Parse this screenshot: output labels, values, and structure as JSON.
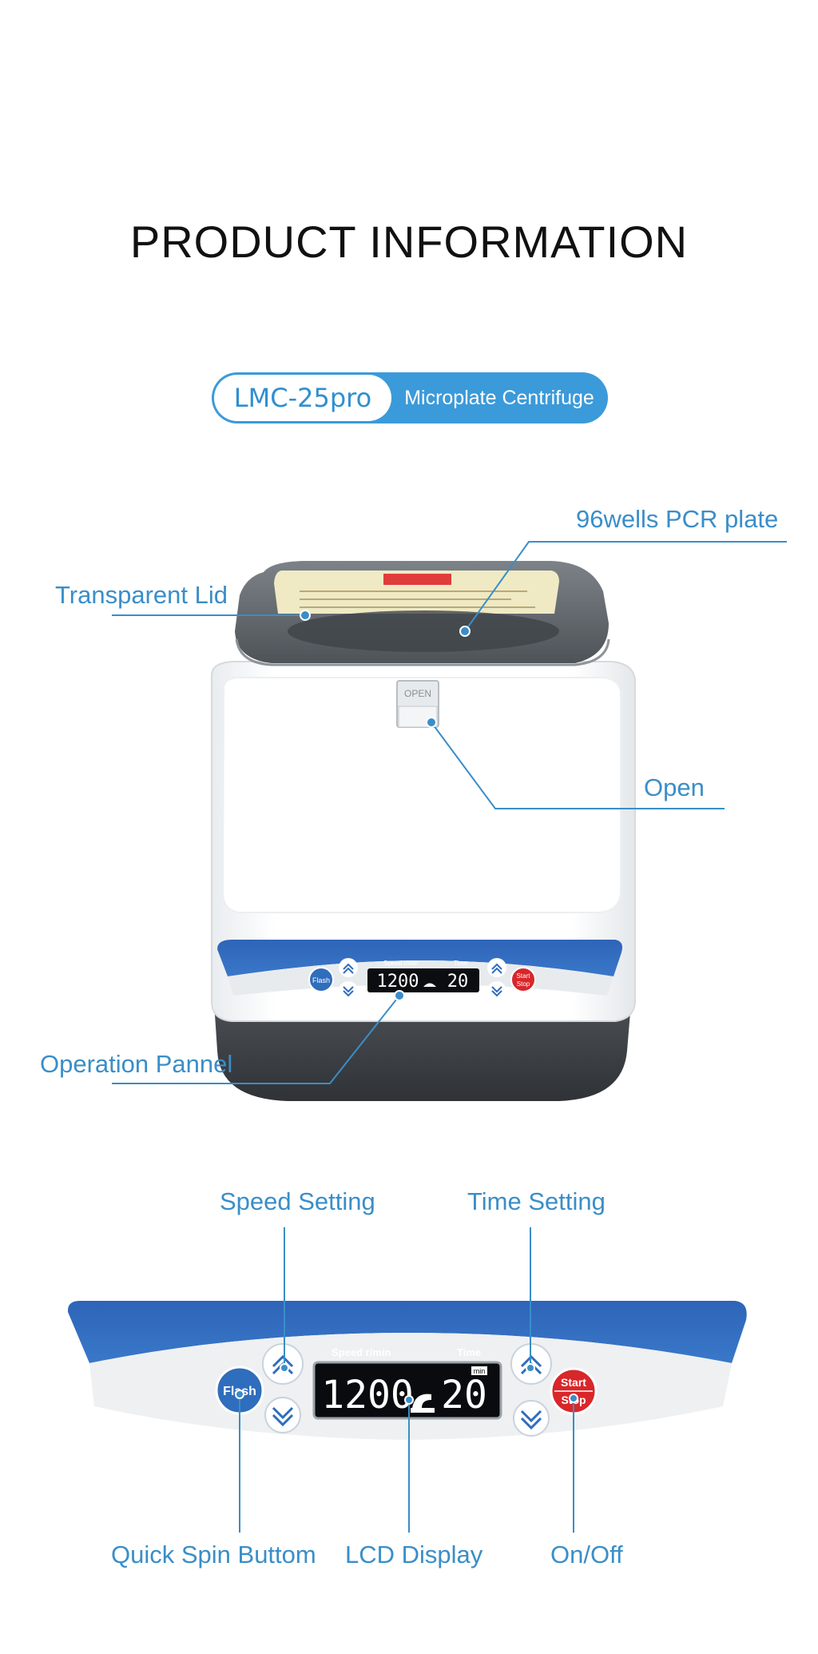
{
  "page": {
    "title": "PRODUCT INFORMATION"
  },
  "model_badge": {
    "model": "LMC-25pro",
    "description": "Microplate Centrifuge"
  },
  "callouts": {
    "plate": "96wells PCR plate",
    "lid": "Transparent  Lid",
    "open": "Open",
    "panel": "Operation Pannel"
  },
  "panel_labels": {
    "speed_setting": "Speed Setting",
    "time_setting": "Time Setting",
    "quick_spin": "Quick Spin Buttom",
    "lcd": "LCD Display",
    "on_off": "On/Off"
  },
  "panel": {
    "speed_header": "Speed r/min",
    "time_header": "Time",
    "speed_value": "1200",
    "time_value": "20",
    "time_unit": "min",
    "flash_label": "Flash",
    "start_label": "Start",
    "stop_label": "Stop",
    "lid_tab": "OPEN"
  },
  "colors": {
    "accent": "#3a8ec8",
    "panel_blue": "#2f6dbd",
    "stop_red": "#d9262a"
  }
}
